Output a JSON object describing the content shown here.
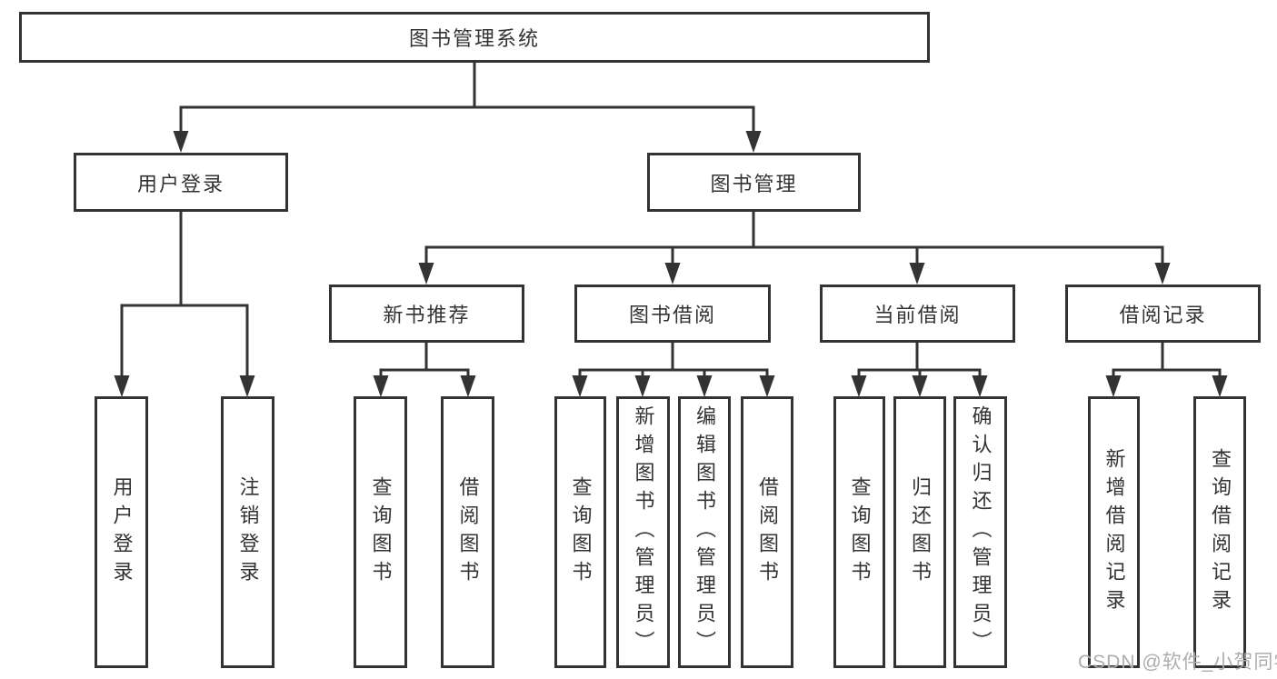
{
  "diagram": {
    "title": "图书管理系统",
    "tree": [
      {
        "label": "用户登录",
        "children": [
          {
            "label": "用户登录"
          },
          {
            "label": "注销登录"
          }
        ]
      },
      {
        "label": "图书管理",
        "children": [
          {
            "label": "新书推荐",
            "children": [
              {
                "label": "查询图书"
              },
              {
                "label": "借阅图书"
              }
            ]
          },
          {
            "label": "图书借阅",
            "children": [
              {
                "label": "查询图书"
              },
              {
                "label": "新增图书（管理员）"
              },
              {
                "label": "编辑图书（管理员）"
              },
              {
                "label": "借阅图书"
              }
            ]
          },
          {
            "label": "当前借阅",
            "children": [
              {
                "label": "查询图书"
              },
              {
                "label": "归还图书"
              },
              {
                "label": "确认归还（管理员）"
              }
            ]
          },
          {
            "label": "借阅记录",
            "children": [
              {
                "label": "新增借阅记录"
              },
              {
                "label": "查询借阅记录"
              }
            ]
          }
        ]
      }
    ]
  },
  "watermark": {
    "text": "CSDN @软件_小贺同学"
  },
  "colors": {
    "line": "#333333",
    "text": "#333333",
    "box_background": "#ffffff",
    "watermark": "#adadad"
  }
}
